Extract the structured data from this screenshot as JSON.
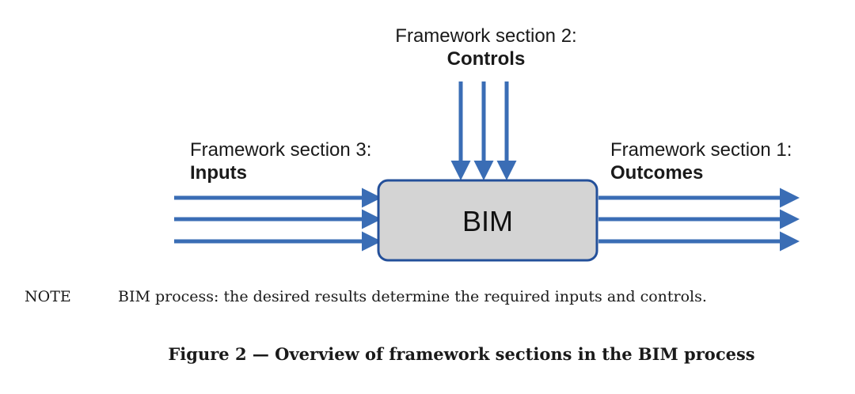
{
  "diagram": {
    "controls": {
      "heading": "Framework section 2:",
      "name": "Controls"
    },
    "inputs": {
      "heading": "Framework section 3:",
      "name": "Inputs"
    },
    "outcomes": {
      "heading": "Framework section 1:",
      "name": "Outcomes"
    },
    "process_box": {
      "label": "BIM"
    },
    "colors": {
      "arrow": "#3A6DB5",
      "box_fill": "#D4D4D4",
      "box_stroke": "#24509A"
    }
  },
  "note": {
    "label": "NOTE",
    "text": "BIM process: the desired results determine the required inputs and controls."
  },
  "caption": "Figure 2 — Overview of framework sections in the BIM process"
}
